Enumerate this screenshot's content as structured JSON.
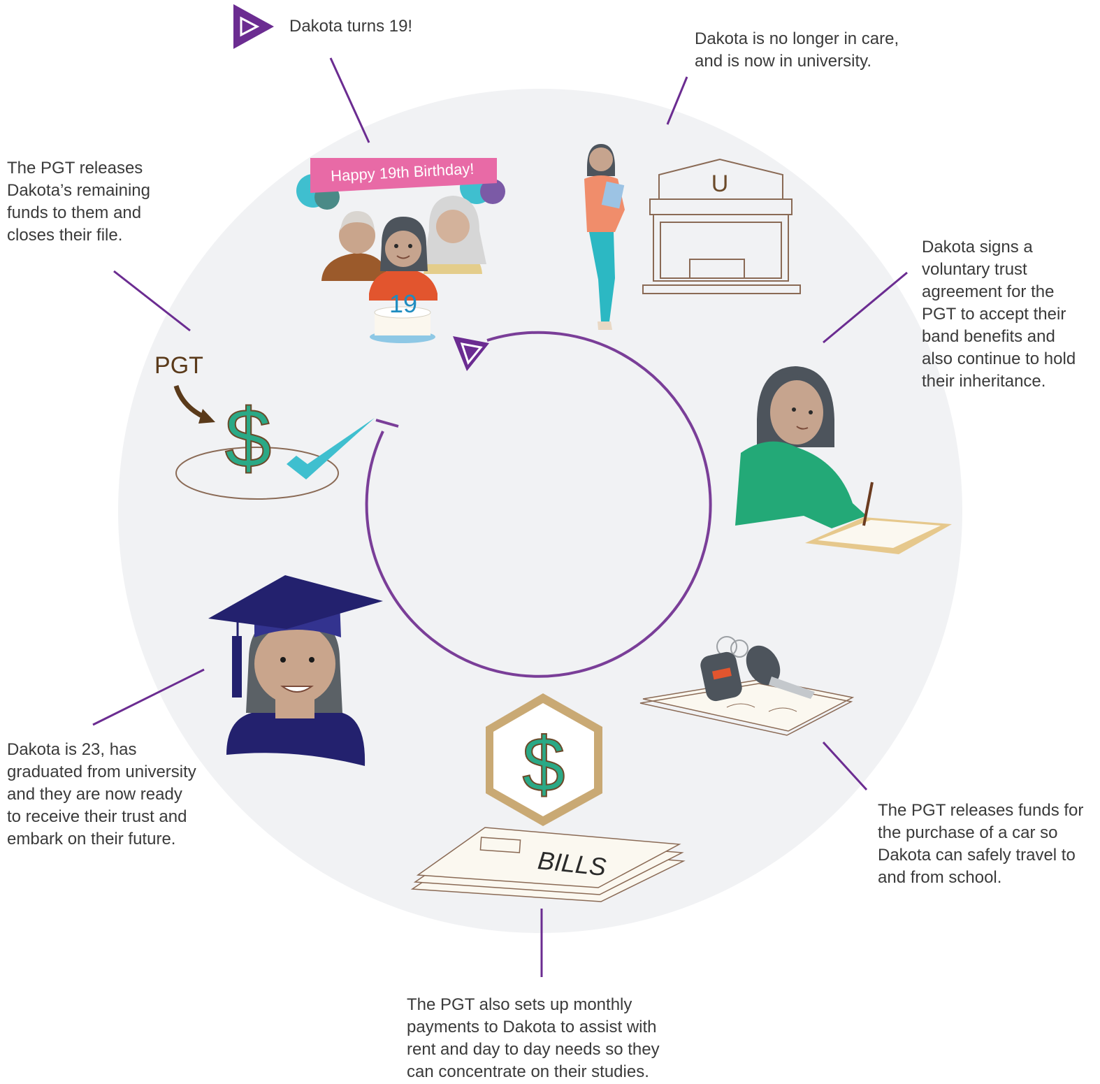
{
  "steps": {
    "start": "Dakota turns 19!",
    "care": "Dakota is no longer in care,\nand is now in university.",
    "trust": "Dakota signs a\nvoluntary trust\nagreement for the\nPGT to accept their\nband benefits and\nalso continue to hold\ntheir inheritance.",
    "car": "The PGT releases funds for\nthe purchase of a car so\nDakota can safely travel to\nand from school.",
    "monthly": "The PGT also sets up monthly\npayments to Dakota to assist with\nrent and day to day needs so they\ncan concentrate on their studies.",
    "graduate": "Dakota is 23, has\ngraduated from university\nand they are now ready\nto receive their trust and\nembark on their future.",
    "release": "The PGT releases\nDakota’s remaining\nfunds to them and\ncloses their file."
  },
  "illustrations": {
    "banner_text": "Happy 19th Birthday!",
    "cake_number": "19",
    "university_letter": "U",
    "pgt_label": "PGT",
    "bills_label": "BILLS",
    "dollar_sign": "$"
  },
  "colors": {
    "accent_purple": "#6b2c91",
    "cycle_purple": "#7a3e98",
    "circle_background": "#f1f2f4",
    "teal_money": "#2aa986",
    "check_blue": "#3fbfcf",
    "banner_pink": "#e86aa6",
    "gown_navy": "#23216e",
    "sweater_green": "#23a977"
  }
}
